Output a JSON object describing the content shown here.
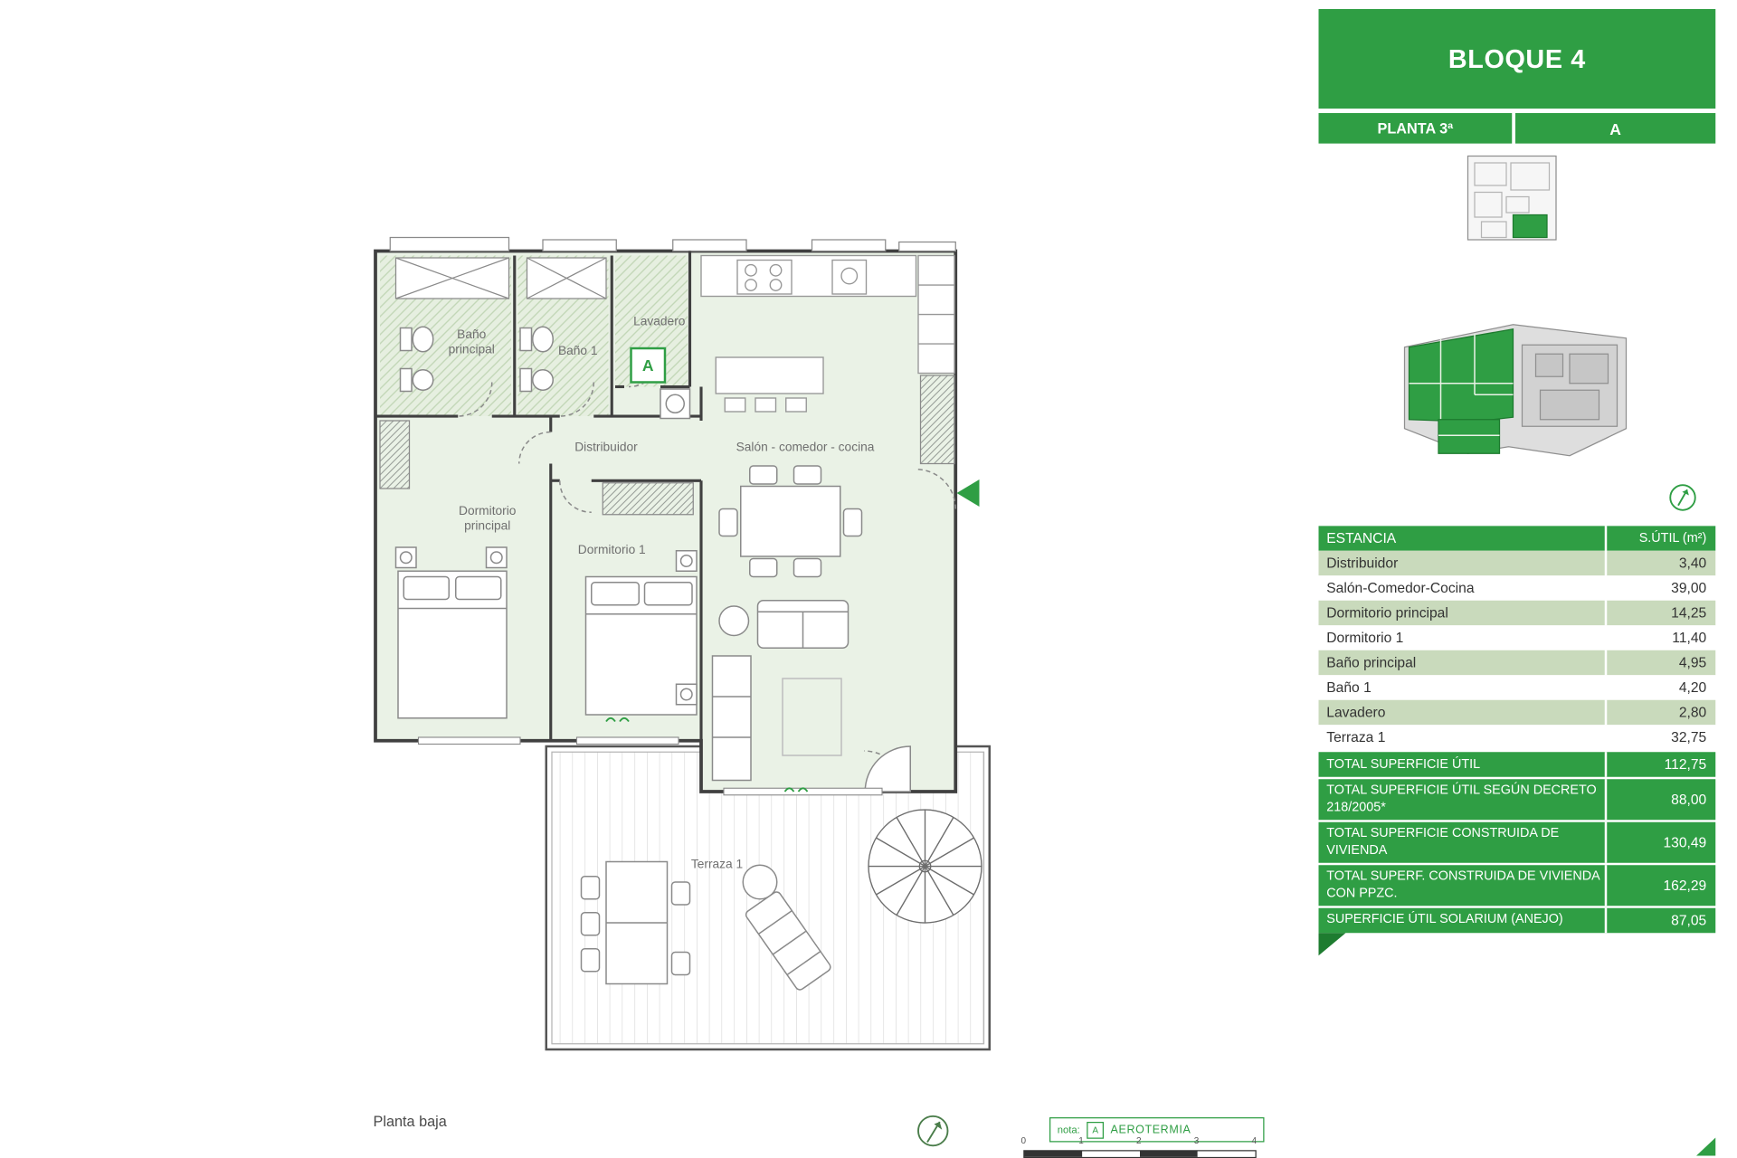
{
  "panel": {
    "block_title": "BLOQUE 4",
    "planta": "PLANTA 3ª",
    "unit_letter": "A",
    "table": {
      "headers": [
        "ESTANCIA",
        "S.ÚTIL (m²)"
      ],
      "rows": [
        {
          "label": "Distribuidor",
          "value": "3,40"
        },
        {
          "label": "Salón-Comedor-Cocina",
          "value": "39,00"
        },
        {
          "label": "Dormitorio principal",
          "value": "14,25"
        },
        {
          "label": "Dormitorio 1",
          "value": "11,40"
        },
        {
          "label": "Baño principal",
          "value": "4,95"
        },
        {
          "label": "Baño 1",
          "value": "4,20"
        },
        {
          "label": "Lavadero",
          "value": "2,80"
        },
        {
          "label": "Terraza 1",
          "value": "32,75"
        }
      ],
      "totals": [
        {
          "label": "TOTAL SUPERFICIE ÚTIL",
          "value": "112,75"
        },
        {
          "label": "TOTAL SUPERFICIE ÚTIL SEGÚN DECRETO 218/2005*",
          "value": "88,00"
        },
        {
          "label": "TOTAL SUPERFICIE CONSTRUIDA DE VIVIENDA",
          "value": "130,49"
        },
        {
          "label": "TOTAL SUPERF. CONSTRUIDA DE VIVIENDA CON PPZC.",
          "value": "162,29"
        },
        {
          "label": "SUPERFICIE ÚTIL SOLARIUM (ANEJO)",
          "value": "87,05"
        }
      ]
    }
  },
  "plan": {
    "labels": {
      "bano_principal": "Baño principal",
      "bano_1": "Baño 1",
      "lavadero": "Lavadero",
      "distribuidor": "Distribuidor",
      "salon": "Salón - comedor - cocina",
      "dormitorio_principal": "Dormitorio principal",
      "dormitorio_1": "Dormitorio 1",
      "terraza_1": "Terraza 1"
    },
    "marker_a": "A",
    "caption": "Planta baja",
    "note": {
      "label": "nota:",
      "marker": "A",
      "text": "AEROTERMIA"
    },
    "scale_ticks": [
      "0",
      "1",
      "2",
      "3",
      "4"
    ]
  },
  "colors": {
    "brand_green": "#2f9e44",
    "dark_green": "#1e7c30",
    "light_row_green": "#c9dabc",
    "room_fill": "#eaf2e6"
  }
}
